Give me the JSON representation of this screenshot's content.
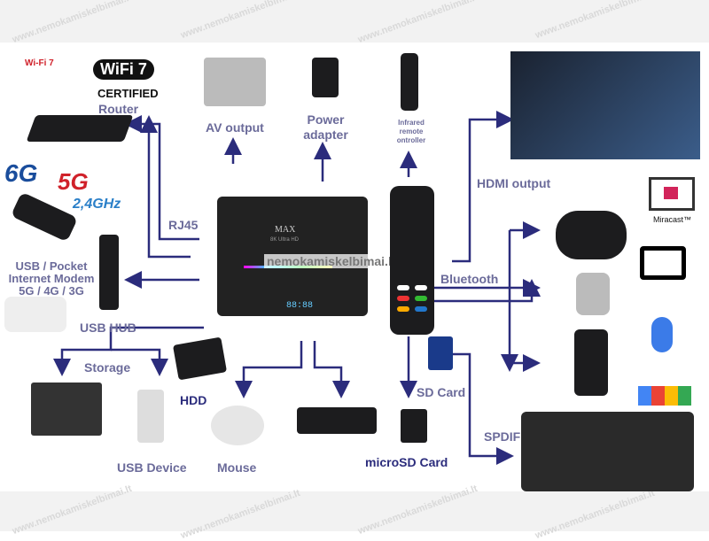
{
  "watermark": "www.nemokamiskelbimai.lt",
  "box_watermark": "nemokamiskelbimai.lt",
  "box": {
    "brand": "MAX",
    "badge": "8K Ultra HD",
    "display": "88:88"
  },
  "logos": {
    "wifi7_small": "Wi-Fi 7",
    "wifi7_certified": "WiFi 7",
    "certified": "CERTIFIED",
    "g6": "6G",
    "g5": "5G",
    "wifi_band": "2,4GHz",
    "miracast": "Miracast™"
  },
  "labels": {
    "router": "Router",
    "av_output": "AV output",
    "power_adapter": "Power adapter",
    "ir_remote": "Infrared remote ontroller",
    "hdmi_output": "HDMI output",
    "rj45": "RJ45",
    "usb_modem": "USB / Pocket Internet Modem 5G / 4G / 3G",
    "usb_hub": "USB HUB",
    "storage": "Storage",
    "hdd": "HDD",
    "bluetooth": "Bluetooth",
    "sd_card": "SD Card",
    "microsd_card": "microSD Card",
    "spdif": "SPDIF",
    "usb_device": "USB Device",
    "mouse": "Mouse"
  },
  "colors": {
    "arrow": "#2b2c7c",
    "label": "#6b6b9a",
    "hdd": "#2b2c7c",
    "microsd": "#2b2c7c"
  }
}
